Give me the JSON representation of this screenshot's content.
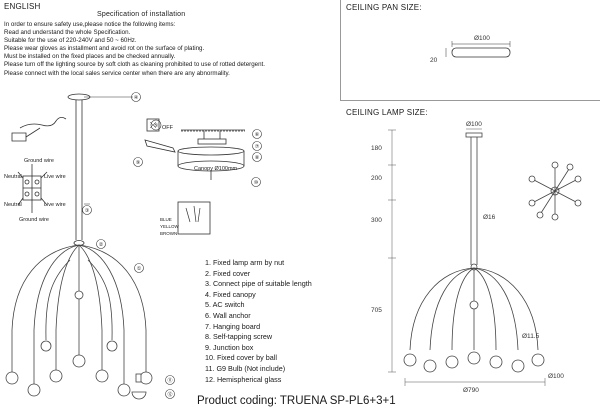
{
  "header": {
    "language": "ENGLISH",
    "spec_title": "Specification of installation",
    "ceiling_pan_title": "CEILING PAN SIZE:",
    "ceiling_lamp_title": "CEILING LAMP SIZE:"
  },
  "instructions": [
    "In order to ensure safety use,please notice the following items:",
    "Read and understand the whole Specification.",
    "Suitable for the use of 220-240V and 50 ~ 60Hz.",
    "Please wear gloves as installment and avoid rot on the surface of plating.",
    "Must be installed on the fixed places and be checked annually.",
    "Please turn off the lighting source by soft cloth as cleaning prohibited to use of rotted detergent.",
    "Please connect with the local sales service center when there are any abnormality."
  ],
  "wiring": {
    "ground_top": "Ground wire",
    "ground_bottom": "Ground wire",
    "neutral_top": "Neutral",
    "neutral_bottom": "Neutral",
    "live_top": "Live wire",
    "live_bottom": "Live wire",
    "off_label": "OFF",
    "canopy_label": "Canopy Ø100mm",
    "blue": "BLUE",
    "yellow": "YELLOW",
    "brown": "BROWN"
  },
  "callouts": [
    "①",
    "②",
    "③",
    "④",
    "⑤",
    "⑥",
    "⑦",
    "⑧",
    "⑨",
    "⑩",
    "⑪",
    "⑫"
  ],
  "parts_legend": [
    "1. Fixed lamp arm by nut",
    "2. Fixed cover",
    "3. Connect pipe of suitable length",
    "4. Fixed canopy",
    "5. AC switch",
    "6. Wall anchor",
    "7. Hanging board",
    "8. Self-tapping screw",
    "9. Junction box",
    "10. Fixed cover by ball",
    "11. G9 Bulb (Not include)",
    "12. Hemispherical glass"
  ],
  "pan_dims": {
    "diameter": "Ø100",
    "height": "20"
  },
  "lamp_dims": {
    "top_width": "Ø100",
    "h_pipe": "180",
    "h_200": "200",
    "h_300": "300",
    "h_705": "705",
    "dia_16": "Ø16",
    "dia_115": "Ø11.5",
    "dia_100": "Ø100",
    "dia_790": "Ø790"
  },
  "product_coding": "Product coding: TRUENA SP-PL6+3+1"
}
